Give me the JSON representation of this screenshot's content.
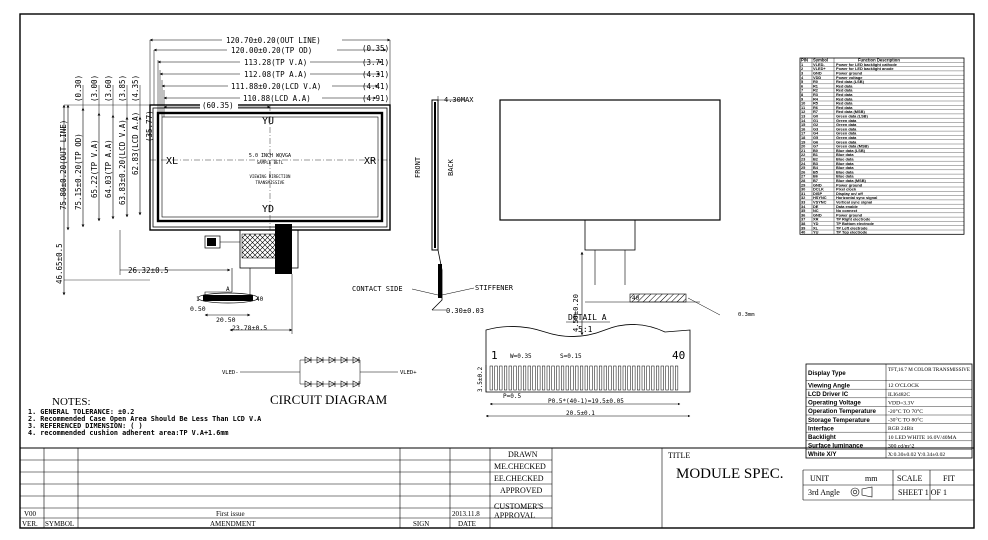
{
  "drawing": {
    "dims_top": [
      "120.70±0.20(OUT LINE)",
      "120.00±0.20(TP OD)",
      "113.28(TP V.A)",
      "112.08(TP A.A)",
      "111.88±0.20(LCD V.A)",
      "110.88(LCD A.A)",
      "(60.35)"
    ],
    "dims_right": [
      "(0.35)",
      "(3.71)",
      "(4.31)",
      "(4.41)",
      "(4.91)"
    ],
    "dims_left": [
      "75.80±0.20(OUT LINE)",
      "75.15±0.20(TP OD)",
      "65.22(TP V.A)",
      "64.03(TP A.A)",
      "63.83±0.20(LCD V.A)",
      "62.83(LCD A.A)",
      "(35.77)"
    ],
    "dims_left_top": [
      "(0.30)",
      "(3.00)",
      "(3.60)",
      "(3.85)",
      "(4.35)"
    ],
    "panel_text": [
      "5.0 INCH WQVGA",
      "SAMPLE BETL",
      "VIEWING DIRECTION",
      "TRANSMISSIVE"
    ],
    "markers": {
      "up": "YU",
      "down": "YD",
      "left": "XL",
      "right": "XR"
    },
    "bottom_dims": [
      "46.65±0.5",
      "26.32±0.5",
      "0.50",
      "20.50",
      "23.78±0.5"
    ],
    "fpc_a": "A",
    "fpc_pin1": "1",
    "fpc_pin40": "40",
    "side": {
      "thickness": "4.30MAX",
      "front": "FRONT",
      "back": "BACK",
      "contact": "CONTACT SIDE",
      "stiffener": "STIFFENER",
      "stiffener_dim": "0.30±0.03"
    },
    "detail": {
      "title": "DETAIL A",
      "scale": "5:1",
      "w": "W=0.35",
      "s": "S=0.15",
      "p": "P=0.5",
      "pitch": "P0.5*(40-1)=19.5±0.05",
      "total": "20.5±0.1",
      "height": "3.5±0.2",
      "pin1": "1",
      "pin40": "40"
    },
    "right_view": {
      "dim": "4.50±0.20",
      "pin40": "40",
      "note": "0.3mm"
    },
    "circuit": {
      "title": "CIRCUIT DIAGRAM",
      "vled_minus": "VLED-",
      "vled_plus": "VLED+"
    },
    "notes": {
      "title": "NOTES:",
      "items": [
        "1. GENERAL TOLERANCE: ±0.2",
        "2. Recommended Case Open Area Should Be Less Than LCD V.A",
        "3. REFERENCED DIMENSION: ( )",
        "4. recommended cushion adherent area:TP V.A+1.6mm"
      ]
    }
  },
  "pins": {
    "headers": [
      "PIN",
      "Symbol",
      "Function Description"
    ],
    "rows": [
      [
        "1",
        "VLED-",
        "Power for LED backlight cathode"
      ],
      [
        "2",
        "VLED+",
        "Power for LED backlight anode"
      ],
      [
        "3",
        "GND",
        "Power ground"
      ],
      [
        "4",
        "VDD",
        "Power voltage"
      ],
      [
        "5",
        "R0",
        "Red data (LSB)"
      ],
      [
        "6",
        "R1",
        "Red data"
      ],
      [
        "7",
        "R2",
        "Red data"
      ],
      [
        "8",
        "R3",
        "Red data"
      ],
      [
        "9",
        "R4",
        "Red data"
      ],
      [
        "10",
        "R5",
        "Red data"
      ],
      [
        "11",
        "R6",
        "Red data"
      ],
      [
        "12",
        "R7",
        "Red data (MSB)"
      ],
      [
        "13",
        "G0",
        "Green data (LSB)"
      ],
      [
        "14",
        "G1",
        "Green data"
      ],
      [
        "15",
        "G2",
        "Green data"
      ],
      [
        "16",
        "G3",
        "Green data"
      ],
      [
        "17",
        "G4",
        "Green data"
      ],
      [
        "18",
        "G5",
        "Green data"
      ],
      [
        "19",
        "G6",
        "Green data"
      ],
      [
        "20",
        "G7",
        "Green data (MSB)"
      ],
      [
        "21",
        "B0",
        "Blue data (LSB)"
      ],
      [
        "22",
        "B1",
        "Blue data"
      ],
      [
        "23",
        "B2",
        "Blue data"
      ],
      [
        "24",
        "B3",
        "Blue data"
      ],
      [
        "25",
        "B4",
        "Blue data"
      ],
      [
        "26",
        "B5",
        "Blue data"
      ],
      [
        "27",
        "B6",
        "Blue data"
      ],
      [
        "28",
        "B7",
        "Blue data (MSB)"
      ],
      [
        "29",
        "GND",
        "Power ground"
      ],
      [
        "30",
        "DCLK",
        "Pixel clock"
      ],
      [
        "31",
        "DISP",
        "Display on/ off"
      ],
      [
        "32",
        "HSYNC",
        "Horizontal sync signal"
      ],
      [
        "33",
        "VSYNC",
        "Vertical sync signal"
      ],
      [
        "34",
        "DE",
        "Data enable"
      ],
      [
        "35",
        "NC",
        "No connect"
      ],
      [
        "36",
        "GND",
        "Power ground"
      ],
      [
        "37",
        "XR",
        "TP Right electrode"
      ],
      [
        "38",
        "YD",
        "TP Bottom electrode"
      ],
      [
        "39",
        "XL",
        "TP Left electrode"
      ],
      [
        "40",
        "YU",
        "TP Top electrode"
      ]
    ]
  },
  "specs": {
    "rows": [
      [
        "Display Type",
        "TFT,16.7 M COLOR TRANSMISSIVE"
      ],
      [
        "Viewing Angle",
        "12 O'CLOCK"
      ],
      [
        "LCD Driver IC",
        "ILI6482C"
      ],
      [
        "Operating Voltage",
        "VDD=3.3V"
      ],
      [
        "Operation Temperature",
        "-20°C TO 70°C"
      ],
      [
        "Storage Temperature",
        "-30°C TO 80°C"
      ],
      [
        "Interface",
        "RGB 24Bit"
      ],
      [
        "Backlight",
        "10 LED WHITE 16.0V/40MA"
      ],
      [
        "Surface luminance",
        "300 cd/m^2"
      ],
      [
        "White X/Y",
        "X:0.30±0.02 Y:0.34±0.02"
      ]
    ]
  },
  "title_block": {
    "drawn": "DRAWN",
    "me_checked": "ME.CHECKED",
    "ee_checked": "EE.CHECKED",
    "approved": "APPROVED",
    "customer": "CUSTOMER'S",
    "approval": "APPROVAL",
    "title_label": "TITLE",
    "title": "MODULE SPEC.",
    "unit_label": "UNIT",
    "unit": "mm",
    "scale_label": "SCALE",
    "scale": "FIT",
    "angle": "3rd Angle",
    "sheet": "SHEET 1 OF 1",
    "rev": "V00",
    "rev_desc": "First issue",
    "rev_date": "2013.11.8",
    "hdr_ver": "VER.",
    "hdr_symbol": "SYMBOL",
    "hdr_amendment": "AMENDMENT",
    "hdr_sign": "SIGN",
    "hdr_date": "DATE"
  }
}
